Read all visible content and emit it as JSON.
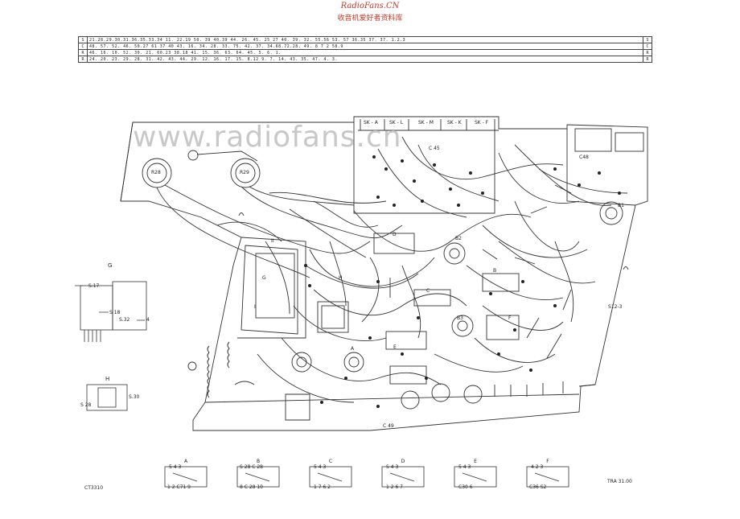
{
  "header": {
    "site": "RadioFans.CN",
    "subtitle": "收音机爱好者资料库"
  },
  "watermark": "www.radiofans.cn",
  "ref_table": {
    "rows": [
      {
        "key": "S",
        "value": "21.28.29.30.31.36.35.33.34            11.                      22.19                        50. 39 40.39 44.   26.        45.   25 27   40.  39.  32.  55.56   53. 57  36.35   37.         37.           1.2.3"
      },
      {
        "key": "C",
        "value": "48.                                                  57.              52.                                       46.     50.27 61 37 40  43.    16.  34.  28.  33.  75.    42.  37.    34.68.72.28.   49.     8  7 2  58.9"
      },
      {
        "key": "R",
        "value": "                                      46.   16.   10.   52.  30.   21.    60.23     38.18     41.   15.  36.     63. 64.        45.           5.  6.   1."
      },
      {
        "key": "R",
        "value": "      24.   20.   23.                  29.          28.  31.   42.  43. 44.  29. 12. 16.    17.  15.   8.12   9.        7.  14.  43.  35.    47.    4.  3."
      }
    ]
  },
  "panel_labels": {
    "sk_a": "SK - A",
    "sk_l": "SK - L",
    "sk_m": "SK - M",
    "sk_k": "SK - K",
    "sk_f": "SK - F",
    "r28": "R28",
    "r29": "R29",
    "b1": "B1",
    "b2": "B2",
    "b3": "B3",
    "sec_a": "A",
    "sec_b": "B",
    "sec_c": "C",
    "sec_d": "D",
    "sec_e": "E",
    "sec_f": "F",
    "sec_g": "G",
    "sec_h": "H",
    "roman_ii": "II",
    "roman_i": "I",
    "cap_c45": "C 45",
    "cap_c48": "C48",
    "cap_c49": "C 49",
    "s12": "S12-3"
  },
  "side_views": {
    "g_title": "G",
    "g_s17": "S.17",
    "g_s18": "S 18",
    "g_s32": "S.32",
    "g_num4": "4",
    "h_title": "H",
    "h_s28": "S 28",
    "h_s30": "S.30"
  },
  "mini_details": [
    {
      "title": "A",
      "top": "5  4  3",
      "bottom": "1  2  C71  9"
    },
    {
      "title": "B",
      "top": "S 28  C 28",
      "bottom": "8 C 28 10"
    },
    {
      "title": "C",
      "top": "5  4  3",
      "bottom": "1  7  6  2"
    },
    {
      "title": "D",
      "top": "S  4  3",
      "bottom": "1  2  6  7"
    },
    {
      "title": "E",
      "top": "5  4  3",
      "bottom": "C30  6"
    },
    {
      "title": "F",
      "top": "4  2  3",
      "bottom": "C36  S2"
    }
  ],
  "footer": {
    "left_code": "CT3310",
    "right_code": "TRA 31.00"
  }
}
